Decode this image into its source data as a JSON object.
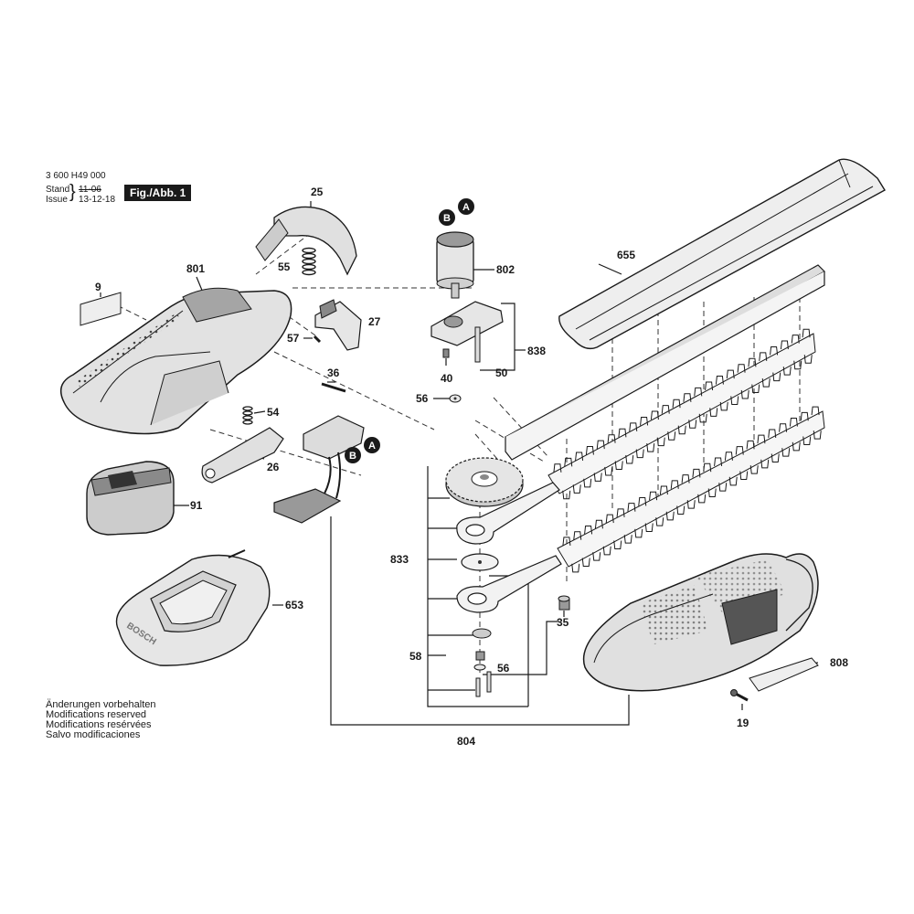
{
  "header": {
    "doc_number": "3 600 H49 000",
    "stand_label": "Stand",
    "stand_value": "11-06",
    "issue_label": "Issue",
    "issue_value": "13-12-18",
    "figure_label": "Fig./Abb. 1"
  },
  "notes": [
    "Änderungen vorbehalten",
    "Modifications reserved",
    "Modifications resérvées",
    "Salvo modificaciones"
  ],
  "parts": {
    "p25": "25",
    "p55": "55",
    "p801": "801",
    "p9": "9",
    "p27": "27",
    "p57": "57",
    "p36": "36",
    "p54": "54",
    "p26": "26",
    "p91": "91",
    "p653": "653",
    "p802": "802",
    "p838": "838",
    "p40": "40",
    "p50": "50",
    "p56a": "56",
    "p655": "655",
    "p833": "833",
    "p35": "35",
    "p58": "58",
    "p56b": "56",
    "p808": "808",
    "p19": "19",
    "p804": "804"
  },
  "connectors": {
    "a": "A",
    "b": "B"
  },
  "charger_logo": "BOSCH",
  "colors": {
    "ink": "#1a1a1a",
    "part_fill": "#eeeeee",
    "shade": "#bdbdbd",
    "dark": "#555555"
  }
}
